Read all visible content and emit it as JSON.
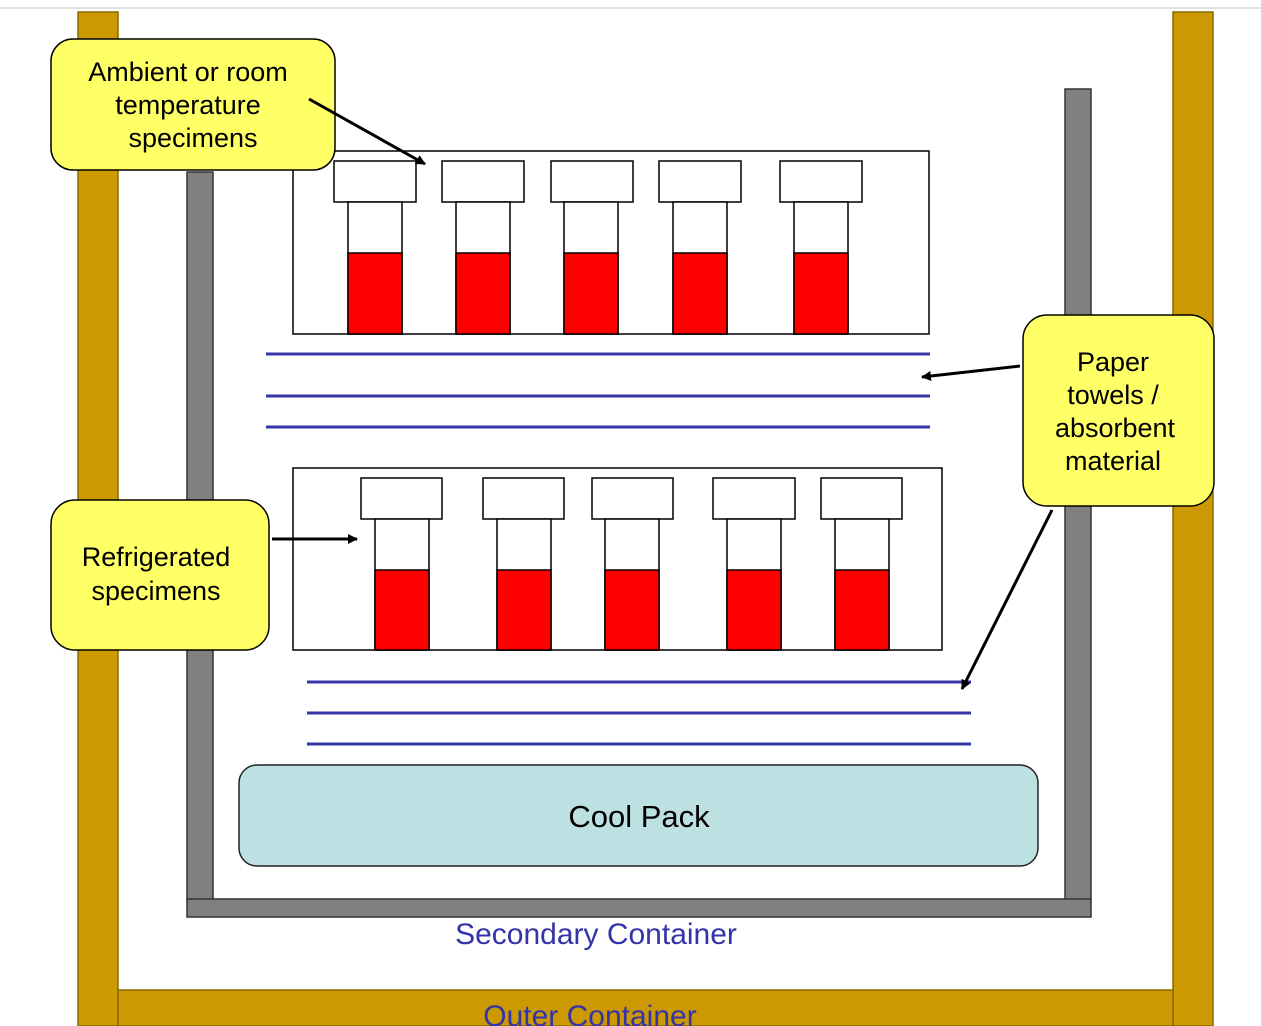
{
  "callouts": {
    "ambient": [
      "Ambient or room",
      "temperature",
      "specimens"
    ],
    "refrigerated": [
      "Refrigerated",
      "specimens"
    ],
    "paper": [
      "Paper",
      "towels /",
      "absorbent",
      "material"
    ]
  },
  "cool_pack_label": "Cool Pack",
  "secondary_container_label": "Secondary Container",
  "outer_container_label": "Outer Container",
  "colors": {
    "outer_wall": "#cc9900",
    "secondary_wall": "#808080",
    "callout_fill": "#ffff66",
    "specimen_fill": "#ff0000",
    "absorbent_line": "#3333aa",
    "cool_pack_fill": "#bde0e3",
    "label_text": "#3333aa"
  }
}
